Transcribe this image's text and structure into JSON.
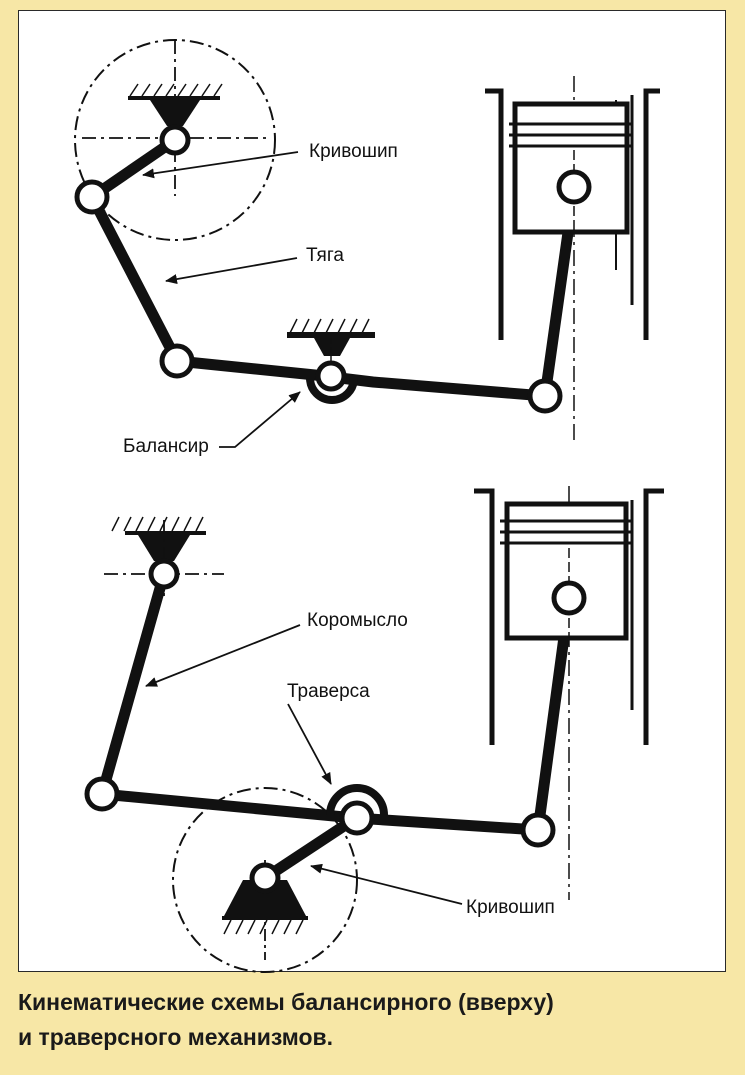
{
  "labels": {
    "top_crank": "Кривошип",
    "rod": "Тяга",
    "balancer": "Балансир",
    "rocker": "Коромысло",
    "traverse": "Траверса",
    "bottom_crank": "Кривошип"
  },
  "caption": {
    "line1": "Кинематические схемы балансирного (вверху)",
    "line2": "и траверсного механизмов."
  },
  "colors": {
    "background": "#f7e7a6",
    "panel": "#ffffff",
    "ink": "#111111"
  }
}
